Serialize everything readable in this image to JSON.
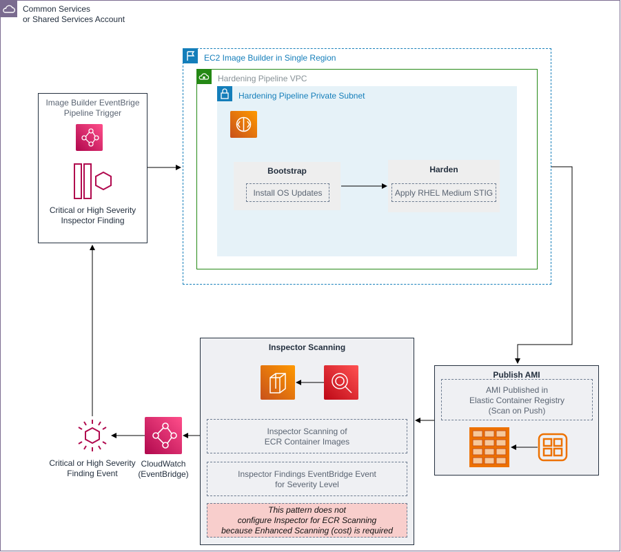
{
  "account": {
    "label_line1": "Common Services",
    "label_line2": "or Shared Services Account"
  },
  "image_builder": {
    "title": "EC2 Image Builder in Single Region"
  },
  "vpc": {
    "title": "Hardening Pipeline VPC"
  },
  "subnet": {
    "title": "Hardening Pipeline Private Subnet"
  },
  "bootstrap": {
    "title": "Bootstrap",
    "step": "Install OS Updates"
  },
  "harden": {
    "title": "Harden",
    "step": "Apply RHEL Medium STIG"
  },
  "trigger": {
    "title_line1": "Image Builder EventBrige",
    "title_line2": "Pipeline Trigger",
    "finding_line1": "Critical or High Severity",
    "finding_line2": "Inspector Finding"
  },
  "inspector": {
    "title": "Inspector Scanning",
    "scan_line1": "Inspector Scanning of",
    "scan_line2": "ECR Container Images",
    "findings_line1": "Inspector Findings EventBridge Event",
    "findings_line2": "for Severity Level",
    "note_line1": "This pattern does not",
    "note_line2": "configure Inspector for ECR Scanning",
    "note_line3": "because Enhanced Scanning (cost) is required"
  },
  "publish": {
    "title": "Publish AMI",
    "line1": "AMI Published in",
    "line2": "Elastic Container Registry",
    "line3": "(Scan on Push)"
  },
  "cloudwatch": {
    "label_line1": "CloudWatch",
    "label_line2": "(EventBridge)"
  },
  "finding_event": {
    "label_line1": "Critical or High Severity",
    "label_line2": "Finding Event"
  },
  "colors": {
    "blue": "#147eba",
    "green": "#248814",
    "subnet_bg": "#e6f2f8",
    "pink": "#e7157b",
    "orange": "#ed7100",
    "red": "#dd344c",
    "note_bg": "#f8cecc"
  }
}
